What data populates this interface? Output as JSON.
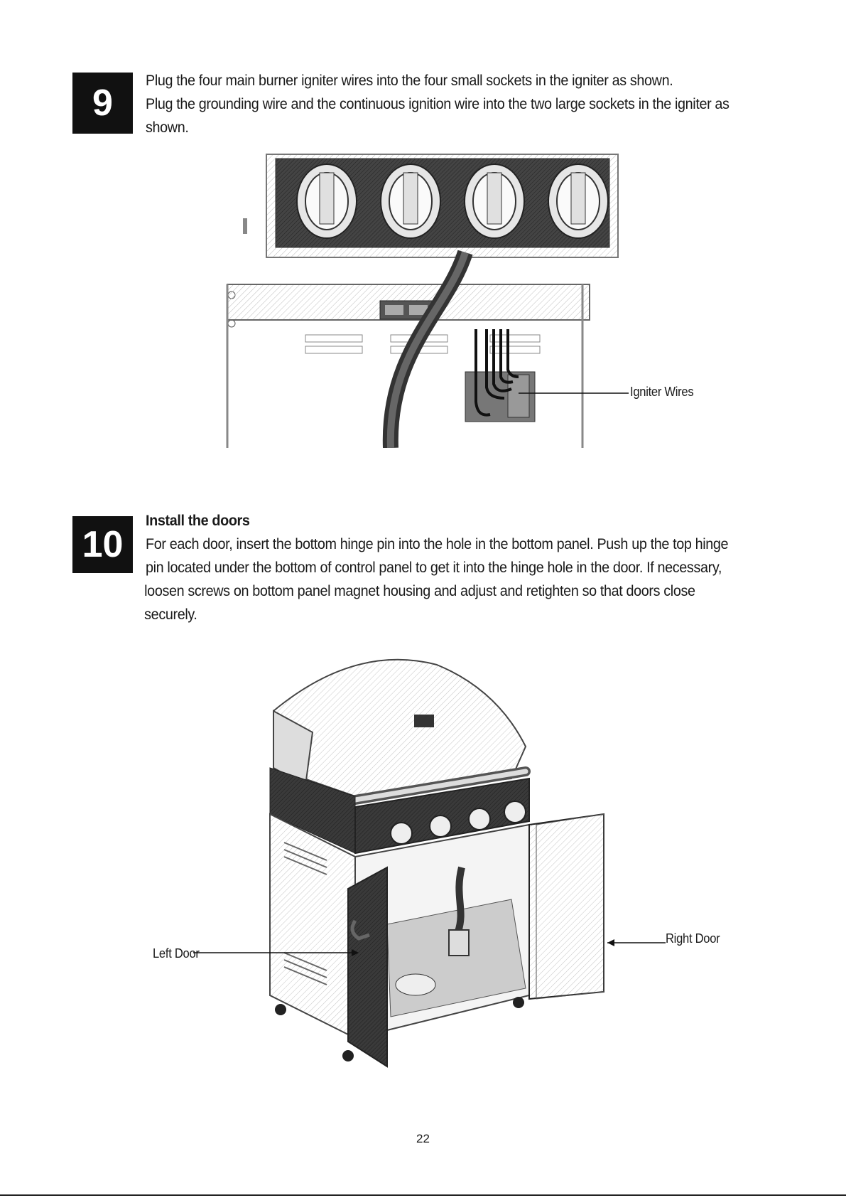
{
  "steps": [
    {
      "number": "9",
      "lines": [
        "Plug the four main burner igniter wires into the four small sockets in the igniter as shown.",
        "Plug the grounding wire and the continuous ignition wire into the two large sockets in the igniter as",
        "shown."
      ],
      "figure": {
        "callouts": [
          "Igniter Wires"
        ]
      }
    },
    {
      "number": "10",
      "title": "Install the doors",
      "lines": [
        "For each door, insert the bottom hinge pin into the hole in the bottom panel. Push up the top hinge",
        "pin located under the bottom of control panel to get it into the hinge hole in the door. If necessary,",
        "loosen screws on bottom panel magnet housing and adjust and retighten so that doors close",
        "securely."
      ],
      "figure": {
        "callouts": [
          "Left Door",
          "Right Door"
        ]
      }
    }
  ],
  "page_number": "22"
}
